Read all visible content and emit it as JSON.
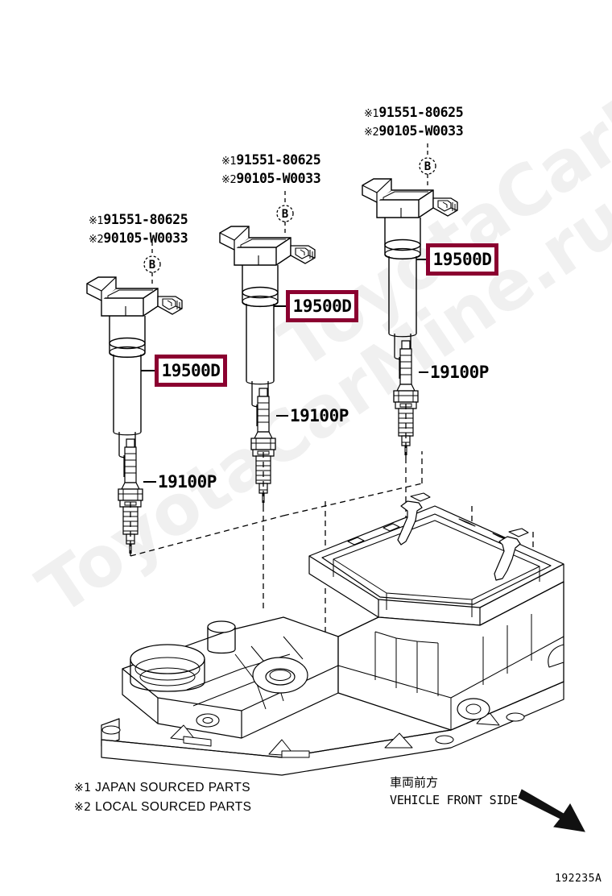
{
  "diagram": {
    "id": "192235A",
    "watermark": "ToyotaCarMine.ru",
    "highlight_color": "#8b0030"
  },
  "assemblies": [
    {
      "name": "cylinder-1",
      "bolt_note_1": "91551-80625",
      "bolt_note_2": "90105-W0033",
      "marker": "B",
      "coil_part": "19500D",
      "plug_part": "19100P"
    },
    {
      "name": "cylinder-2",
      "bolt_note_1": "91551-80625",
      "bolt_note_2": "90105-W0033",
      "marker": "B",
      "coil_part": "19500D",
      "plug_part": "19100P"
    },
    {
      "name": "cylinder-3",
      "bolt_note_1": "91551-80625",
      "bolt_note_2": "90105-W0033",
      "marker": "B",
      "coil_part": "19500D",
      "plug_part": "19100P"
    }
  ],
  "marks": {
    "m1": "※1",
    "m2": "※2"
  },
  "legend": {
    "line1_mark": "※1",
    "line1": "JAPAN SOURCED PARTS",
    "line2_mark": "※2",
    "line2": "LOCAL SOURCED PARTS"
  },
  "orientation": {
    "jp": "車両前方",
    "en": "VEHICLE FRONT SIDE",
    "arrow": "arrow-down-right"
  }
}
